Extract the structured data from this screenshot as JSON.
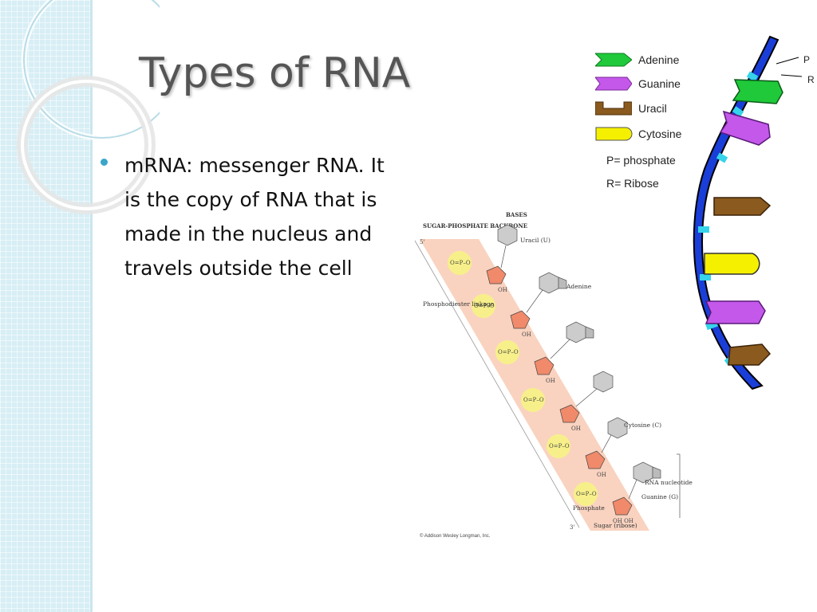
{
  "slide": {
    "title": "Types of RNA",
    "bullets": [
      {
        "text": "mRNA:  messenger RNA.  It is the copy of RNA that is made in the nucleus and travels outside the cell"
      }
    ]
  },
  "legend": {
    "items": [
      {
        "label": "Adenine",
        "color": "#1fc93a"
      },
      {
        "label": "Guanine",
        "color": "#c458ea"
      },
      {
        "label": "Uracil",
        "color": "#8a5a1e"
      },
      {
        "label": "Cytosine",
        "color": "#f5f000"
      }
    ],
    "notes": [
      "P= phosphate",
      "R= Ribose"
    ],
    "helix_labels": [
      "P",
      "R"
    ]
  },
  "diagram": {
    "header_backbone": "SUGAR-PHOSPHATE BACKBONE",
    "header_bases": "BASES",
    "bases": [
      "Uracil (U)",
      "Adenine",
      "Cytosine (C)",
      "Guanine (G)"
    ],
    "phosphodiester": "Phosphodiester linkage",
    "rna_nucleotide": "RNA nucleotide",
    "phosphate": "Phosphate",
    "sugar": "Sugar (ribose)",
    "copyright": "© Addison Wesley Longman, Inc.",
    "end5": "5'",
    "end3": "3'"
  }
}
